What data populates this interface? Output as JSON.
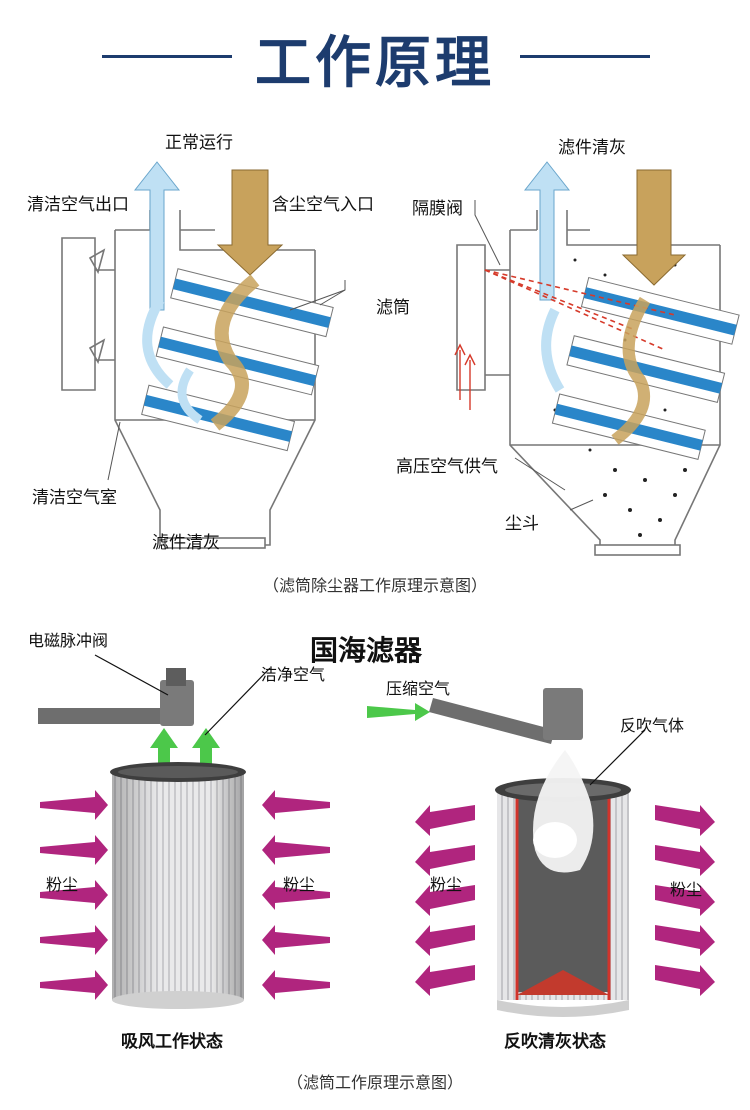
{
  "header": {
    "title": "工作原理"
  },
  "diagram1": {
    "left": {
      "state_top": "正常运行",
      "clean_air_outlet": "清洁空气出口",
      "dusty_air_inlet": "含尘空气入口",
      "clean_air_chamber": "清洁空气室",
      "filter_cleaning": "滤件清灰"
    },
    "right": {
      "state_top": "滤件清灰",
      "diaphragm_valve": "隔膜阀",
      "filter_cartridge": "滤筒",
      "high_pressure_air": "高压空气供气",
      "dust_hopper": "尘斗"
    },
    "caption": "（滤筒除尘器工作原理示意图）"
  },
  "diagram2": {
    "brand": "国海滤器",
    "left": {
      "solenoid_valve": "电磁脉冲阀",
      "clean_air": "洁净空气",
      "dust_left": "粉尘",
      "dust_right": "粉尘",
      "state": "吸风工作状态"
    },
    "right": {
      "compressed_air": "压缩空气",
      "reverse_gas": "反吹气体",
      "dust_left": "粉尘",
      "dust_right": "粉尘",
      "state": "反吹清灰状态"
    },
    "caption": "（滤筒工作原理示意图）"
  },
  "colors": {
    "title": "#1d3c6e",
    "clean_air_arrow": "#bfe0f4",
    "filter_stripe": "#2a86c9",
    "dust": "#c8a25c",
    "pulse": "#d63a2a",
    "dust_arrow": "#b0257e",
    "green_arrow": "#4cc84a"
  }
}
